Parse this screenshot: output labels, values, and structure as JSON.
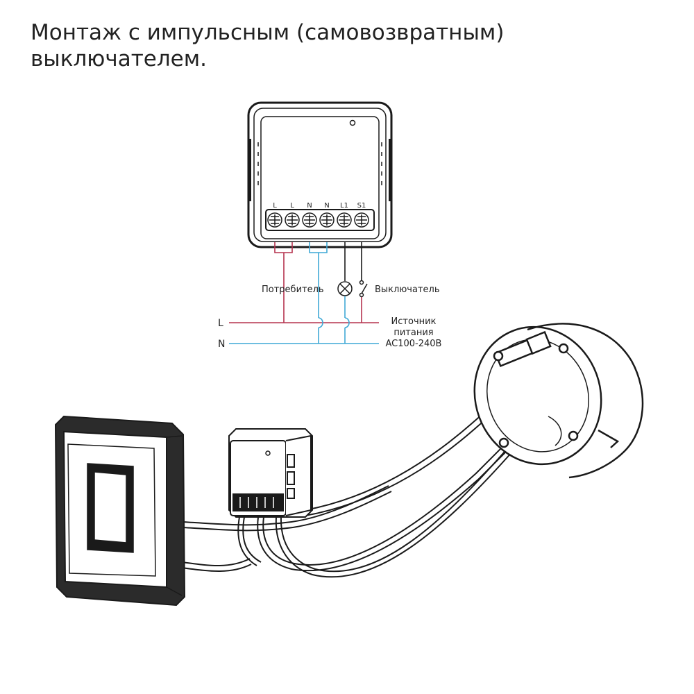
{
  "title": {
    "line1": "Монтаж с импульсным (самовозвратным)",
    "line2": "выключателем."
  },
  "terminals": [
    "L",
    "L",
    "N",
    "N",
    "L1",
    "S1"
  ],
  "labels": {
    "consumer": "Потребитель",
    "switch": "Выключатель",
    "line_l": "L",
    "line_n": "N",
    "source_line1": "Источник",
    "source_line2": "питания",
    "source_line3": "AC100-240В"
  },
  "colors": {
    "live_wire": "#b5334f",
    "neutral_wire": "#3fa9d6",
    "outline": "#1a1a1a"
  },
  "icons": {
    "lamp": "lamp-icon",
    "switch": "switch-icon",
    "wall_switch": "wall-switch-illustration",
    "relay_module": "relay-module-illustration",
    "junction_box": "junction-box-illustration"
  }
}
